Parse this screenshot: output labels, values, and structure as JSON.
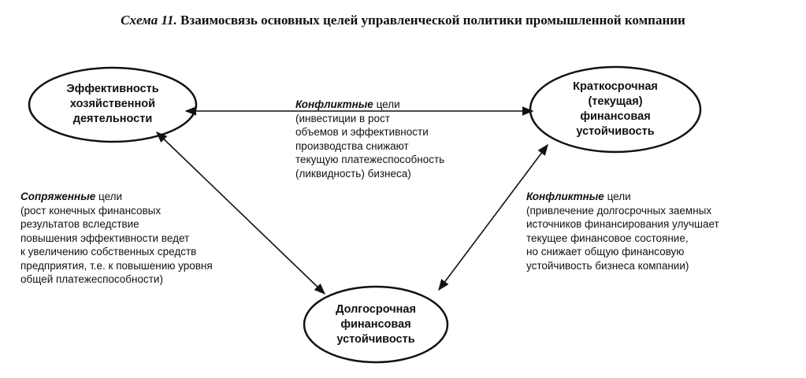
{
  "title": {
    "number": "Схема 11.",
    "text": "Взаимосвязь основных целей управленческой политики промышленной компании"
  },
  "nodes": {
    "efficiency": [
      "Эффективность",
      "хозяйственной",
      "деятельности"
    ],
    "short_term": [
      "Краткосрочная",
      "(текущая)",
      "финансовая",
      "устойчивость"
    ],
    "long_term": [
      "Долгосрочная",
      "финансовая",
      "устойчивость"
    ]
  },
  "notes": {
    "top": {
      "keyword": "Конфликтные",
      "rest": " цели",
      "lines": [
        "(инвестиции в рост",
        "объемов и эффективности",
        "производства снижают",
        "текущую платежеспособность",
        "(ликвидность) бизнеса)"
      ]
    },
    "left": {
      "keyword": "Сопряженные",
      "rest": " цели",
      "lines": [
        "(рост конечных финансовых",
        "результатов вследствие",
        "повышения эффективности ведет",
        "к увеличению собственных средств",
        "предприятия, т.е. к повышению уровня",
        "общей платежеспособности)"
      ]
    },
    "right": {
      "keyword": "Конфликтные",
      "rest": " цели",
      "lines": [
        "(привлечение долгосрочных заемных",
        "источников финансирования улучшает",
        "текущее финансовое состояние,",
        "но снижает общую финансовую",
        "устойчивость бизнеса компании)"
      ]
    }
  },
  "colors": {
    "ink": "#111111",
    "background": "#ffffff"
  }
}
